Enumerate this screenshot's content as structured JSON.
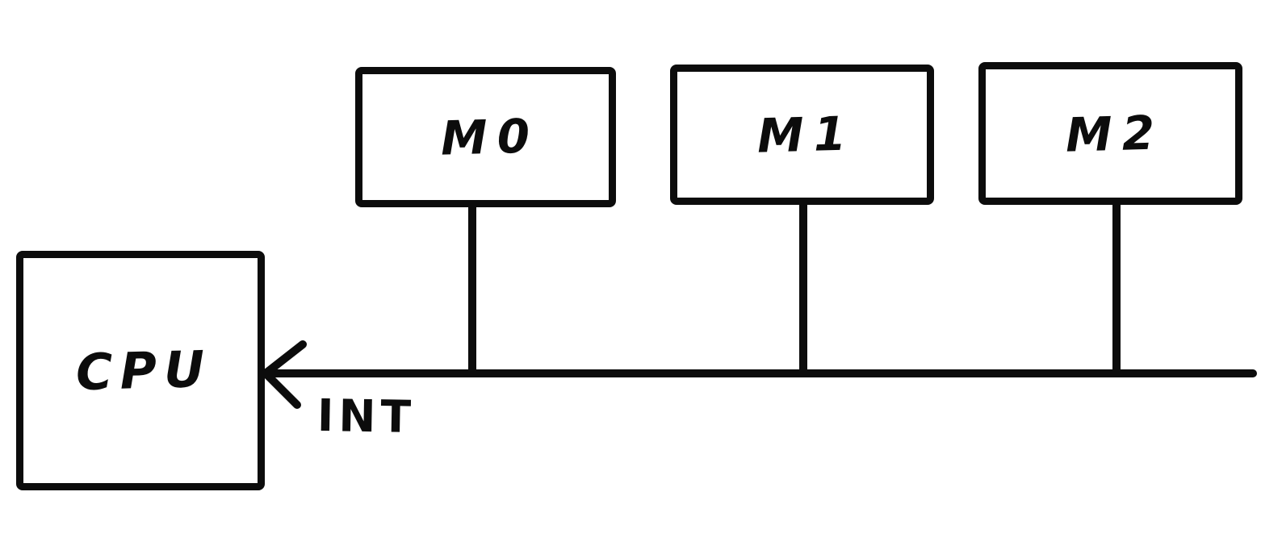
{
  "diagram": {
    "background_color": "#ffffff",
    "ink_color": "#0c0c0c",
    "cpu": {
      "label": "CPU"
    },
    "modules": [
      {
        "label": "M0"
      },
      {
        "label": "M1"
      },
      {
        "label": "M2"
      }
    ],
    "bus": {
      "arrow_label": "INT"
    }
  }
}
